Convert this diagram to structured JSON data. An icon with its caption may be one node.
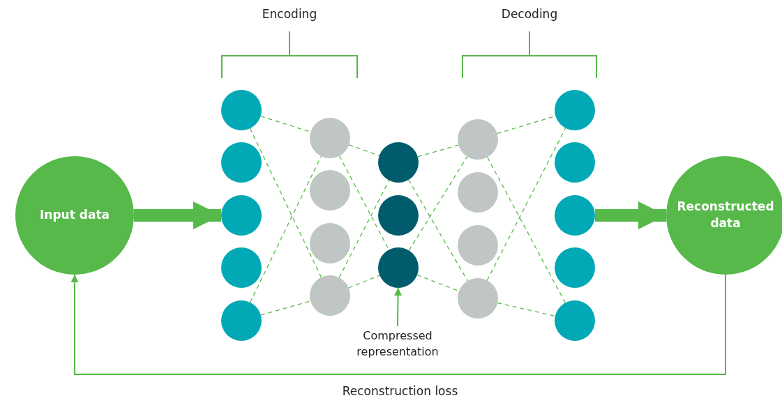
{
  "diagram": {
    "nodes": [
      {
        "text": [
          "Input data"
        ]
      },
      {
        "text": [],
        "shape": "circle"
      },
      {
        "text": [],
        "shape": "circle"
      },
      {
        "text": [],
        "shape": "circle"
      },
      {
        "text": [],
        "shape": "circle"
      },
      {
        "text": [],
        "shape": "circle"
      },
      {
        "text": [],
        "shape": "circle"
      },
      {
        "text": [],
        "shape": "circle"
      },
      {
        "text": [],
        "shape": "circle"
      },
      {
        "text": [],
        "shape": "circle"
      },
      {
        "text": [],
        "shape": "circle"
      },
      {
        "text": [],
        "shape": "circle"
      },
      {
        "text": [],
        "shape": "circle"
      },
      {
        "text": [],
        "shape": "circle"
      },
      {
        "text": [],
        "shape": "circle"
      },
      {
        "text": [],
        "shape": "circle"
      },
      {
        "text": [],
        "shape": "circle"
      },
      {
        "text": [],
        "shape": "circle"
      },
      {
        "text": [],
        "shape": "circle"
      },
      {
        "text": [],
        "shape": "circle"
      },
      {
        "text": [],
        "shape": "circle"
      },
      {
        "text": [],
        "shape": "circle"
      },
      {
        "text": [
          "Reconstructed data"
        ]
      },
      {
        "text": [
          "Compressed representation"
        ]
      }
    ],
    "edges": [
      {
        "from": 0,
        "to": 3,
        "arrow": "to",
        "style": "thick"
      },
      {
        "from": 1,
        "to": 6,
        "arrow": "none",
        "style": "dashed"
      },
      {
        "from": 6,
        "to": 10,
        "arrow": "none",
        "style": "dashed"
      },
      {
        "from": 5,
        "to": 9,
        "arrow": "none",
        "style": "dashed"
      },
      {
        "from": 9,
        "to": 12,
        "arrow": "none",
        "style": "dashed"
      },
      {
        "from": 1,
        "to": 9,
        "arrow": "none",
        "style": "dashed"
      },
      {
        "from": 5,
        "to": 6,
        "arrow": "none",
        "style": "dashed"
      },
      {
        "from": 6,
        "to": 12,
        "arrow": "none",
        "style": "dashed"
      },
      {
        "from": 9,
        "to": 10,
        "arrow": "none",
        "style": "dashed"
      },
      {
        "from": 10,
        "to": 13,
        "arrow": "none",
        "style": "dashed"
      },
      {
        "from": 13,
        "to": 17,
        "arrow": "none",
        "style": "dashed"
      },
      {
        "from": 12,
        "to": 16,
        "arrow": "none",
        "style": "dashed"
      },
      {
        "from": 16,
        "to": 21,
        "arrow": "none",
        "style": "dashed"
      },
      {
        "from": 10,
        "to": 16,
        "arrow": "none",
        "style": "dashed"
      },
      {
        "from": 12,
        "to": 13,
        "arrow": "none",
        "style": "dashed"
      },
      {
        "from": 13,
        "to": 21,
        "arrow": "none",
        "style": "dashed"
      },
      {
        "from": 16,
        "to": 17,
        "arrow": "none",
        "style": "dashed"
      },
      {
        "from": 19,
        "to": 22,
        "arrow": "to",
        "style": "thick"
      },
      {
        "from": 23,
        "to": 12,
        "arrow": "to"
      },
      {
        "from": 22,
        "to": 0,
        "arrow": "to",
        "label": "Reconstruction loss"
      }
    ],
    "labels": [
      "Encoding",
      "Decoding"
    ]
  }
}
